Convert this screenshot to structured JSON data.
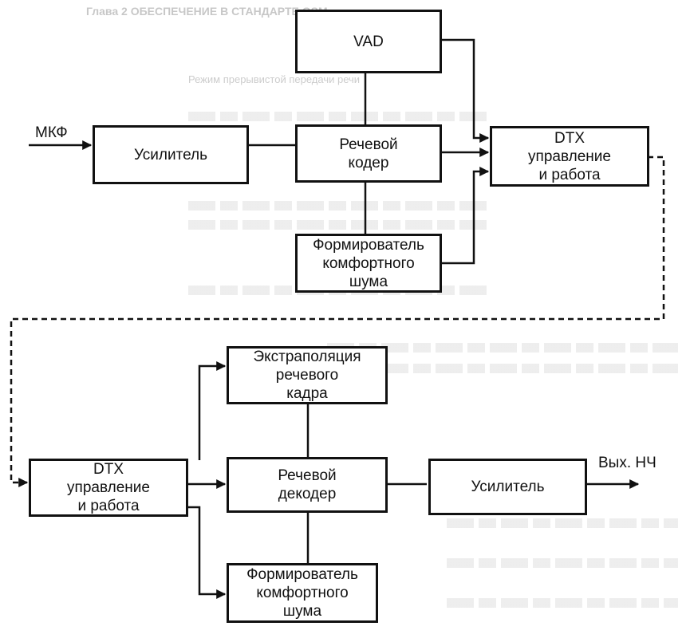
{
  "background": {
    "heading": "Глава 2   ОБЕСПЕЧЕНИЕ В СТАНДАРТЕ GSM",
    "subheading": "Режим прерывистой передачи речи"
  },
  "colors": {
    "line": "#111111",
    "background": "#ffffff"
  },
  "inputs": {
    "mic": "МКФ"
  },
  "outputs": {
    "audio_out": "Вых. НЧ"
  },
  "transmitter": {
    "vad": {
      "lines": [
        "VAD"
      ]
    },
    "amplifier": {
      "lines": [
        "Усилитель"
      ]
    },
    "speech_coder": {
      "lines": [
        "Речевой",
        "кодер"
      ]
    },
    "dtx": {
      "lines": [
        "DTX",
        "управление",
        "и работа"
      ]
    },
    "comfort_noise": {
      "lines": [
        "Формирователь",
        "комфортного",
        "шума"
      ]
    }
  },
  "receiver": {
    "extrapolation": {
      "lines": [
        "Экстраполяция",
        "речевого",
        "кадра"
      ]
    },
    "dtx": {
      "lines": [
        "DTX",
        "управление",
        "и работа"
      ]
    },
    "speech_decoder": {
      "lines": [
        "Речевой",
        "декодер"
      ]
    },
    "amplifier": {
      "lines": [
        "Усилитель"
      ]
    },
    "comfort_noise": {
      "lines": [
        "Формирователь",
        "комфортного",
        "шума"
      ]
    }
  }
}
